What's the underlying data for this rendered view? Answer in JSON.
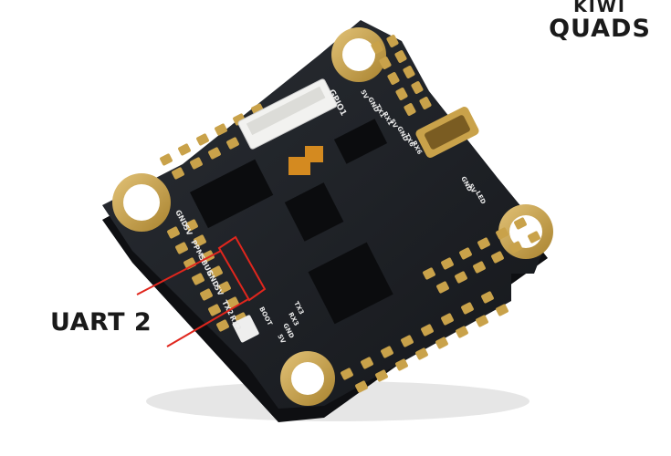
{
  "logo": {
    "line1": "KIWI",
    "line2": "QUADS"
  },
  "callout": {
    "label": "UART 2"
  },
  "silkscreen": {
    "left_pins": [
      "GND",
      "5V",
      "PPM",
      "SBUS",
      "GND",
      "5V",
      "TX2",
      "RX2"
    ],
    "connector": "GPIO1",
    "top_right": [
      "5V",
      "GND",
      "TX1",
      "RX1",
      "5V",
      "GND",
      "TX6",
      "RX6"
    ],
    "right_pins": [
      "GND",
      "5V",
      "LED"
    ],
    "bottom": [
      "TX3",
      "RX3",
      "GND",
      "5V"
    ],
    "boot": "BOOT"
  },
  "colors": {
    "board": "#1c1f24",
    "pad": "#c9a24a",
    "callout_line": "#e0261d"
  }
}
